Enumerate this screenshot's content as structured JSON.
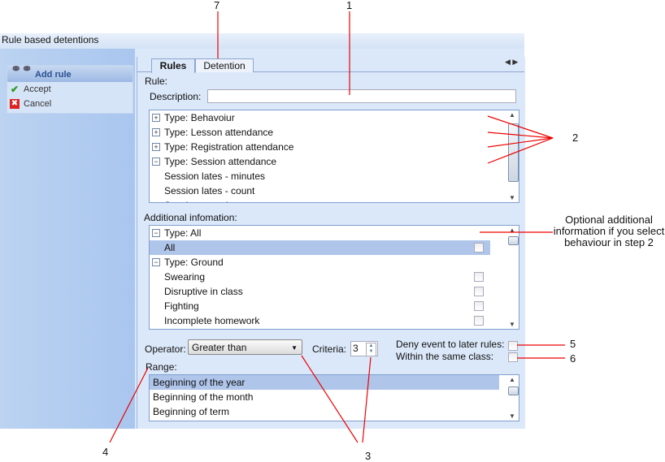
{
  "window": {
    "title": "Rule based detentions"
  },
  "sidebar": {
    "header": "Add rule",
    "items": [
      {
        "label": "Accept",
        "icon": "check-icon"
      },
      {
        "label": "Cancel",
        "icon": "cancel-icon"
      }
    ]
  },
  "tabs": [
    {
      "label": "Rules"
    },
    {
      "label": "Detention"
    }
  ],
  "rule": {
    "label": "Rule:",
    "description_label": "Description:",
    "description_value": ""
  },
  "rule_types": [
    {
      "label": "Type: Behavoiur",
      "kind": "group",
      "expanded": false,
      "selected": true
    },
    {
      "label": "Type: Lesson attendance",
      "kind": "group",
      "expanded": false
    },
    {
      "label": "Type: Registration attendance",
      "kind": "group",
      "expanded": false
    },
    {
      "label": "Type: Session attendance",
      "kind": "group",
      "expanded": true
    },
    {
      "label": "Session lates - minutes",
      "kind": "item"
    },
    {
      "label": "Session lates - count",
      "kind": "item"
    },
    {
      "label": "Session unauth - count",
      "kind": "item"
    }
  ],
  "additional": {
    "label": "Additional infomation:",
    "rows": [
      {
        "label": "Type: All",
        "kind": "group"
      },
      {
        "label": "All",
        "kind": "item",
        "selected": true,
        "checked": false
      },
      {
        "label": "Type: Ground",
        "kind": "group"
      },
      {
        "label": "Swearing",
        "kind": "item",
        "checked": false
      },
      {
        "label": "Disruptive in class",
        "kind": "item",
        "checked": false
      },
      {
        "label": "Fighting",
        "kind": "item",
        "checked": false
      },
      {
        "label": "Incomplete homework",
        "kind": "item",
        "checked": false
      }
    ]
  },
  "operator": {
    "label": "Operator:",
    "value": "Greater than"
  },
  "criteria": {
    "label": "Criteria:",
    "value": "3"
  },
  "deny_label": "Deny event to later rules:",
  "same_class_label": "Within the same class:",
  "range": {
    "label": "Range:",
    "options": [
      "Beginning of the year",
      "Beginning of the month",
      "Beginning of term"
    ]
  },
  "callouts": {
    "c1": "1",
    "c2": "2",
    "c3": "3",
    "c4": "4",
    "c5": "5",
    "c6": "6",
    "c7": "7",
    "note": "Optional additional information if you select behaviour in step 2"
  }
}
